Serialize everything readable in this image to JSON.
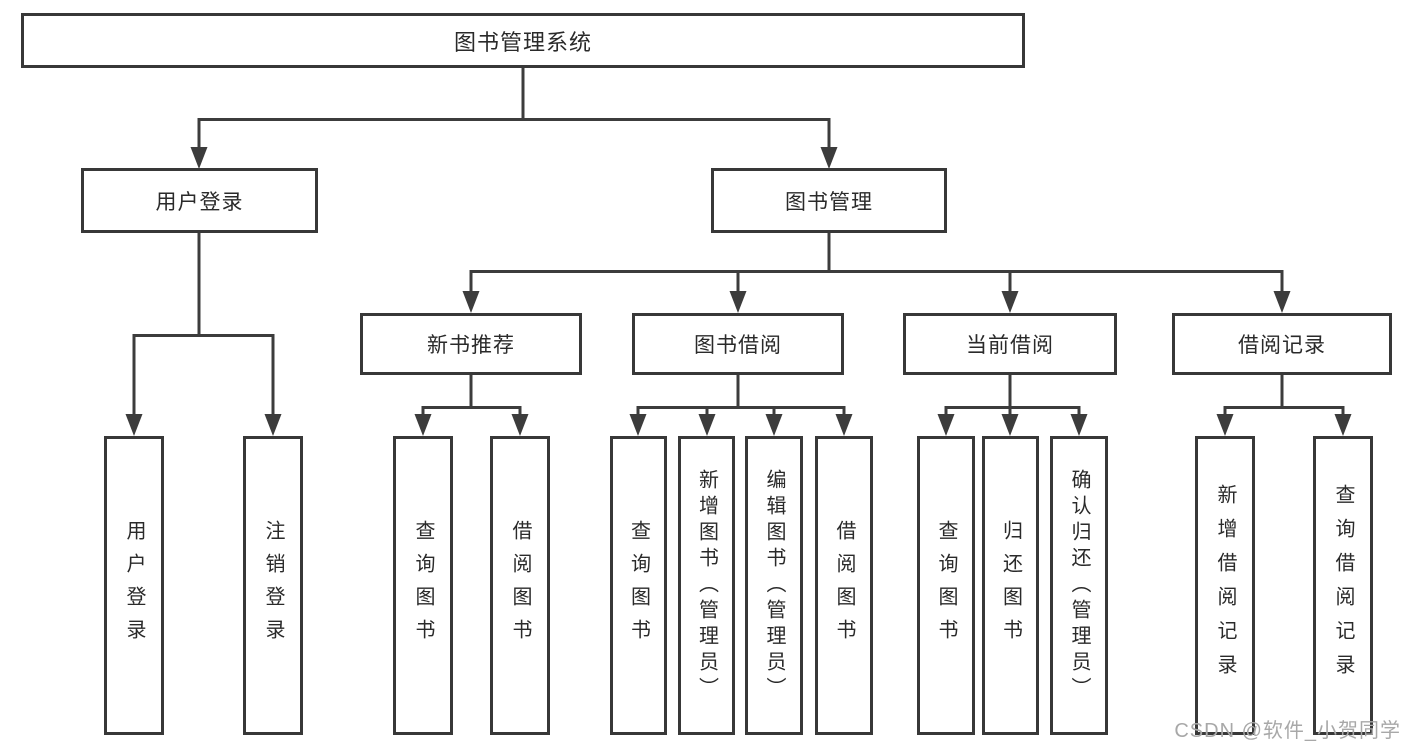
{
  "colors": {
    "line": "#3c3c3c",
    "box_border": "#383838",
    "text": "#2a2a2a",
    "watermark_gray": "#a8a8a8",
    "background": "#ffffff"
  },
  "tree": {
    "root": {
      "label": "图书管理系统"
    },
    "branches": [
      {
        "label": "用户登录",
        "children": [
          {
            "label": "用户登录"
          },
          {
            "label": "注销登录"
          }
        ]
      },
      {
        "label": "图书管理",
        "children": [
          {
            "label": "新书推荐",
            "children": [
              {
                "label": "查询图书"
              },
              {
                "label": "借阅图书"
              }
            ]
          },
          {
            "label": "图书借阅",
            "children": [
              {
                "label": "查询图书"
              },
              {
                "label": "新增图书（管理员）"
              },
              {
                "label": "编辑图书（管理员）"
              },
              {
                "label": "借阅图书"
              }
            ]
          },
          {
            "label": "当前借阅",
            "children": [
              {
                "label": "查询图书"
              },
              {
                "label": "归还图书"
              },
              {
                "label": "确认归还（管理员）"
              }
            ]
          },
          {
            "label": "借阅记录",
            "children": [
              {
                "label": "新增借阅记录"
              },
              {
                "label": "查询借阅记录"
              }
            ]
          }
        ]
      }
    ]
  },
  "watermark": {
    "text": "CSDN @软件_小贺同学"
  }
}
